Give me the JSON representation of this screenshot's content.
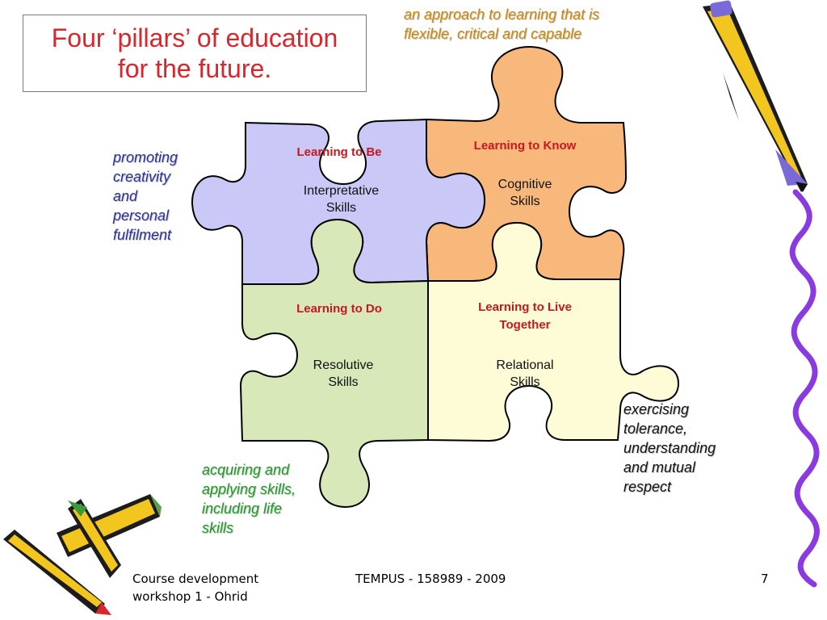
{
  "title": "Four ‘pillars’ of education\nfor the future.",
  "pieces": {
    "know": {
      "heading": "Learning to Know",
      "skill": "Cognitive\nSkills",
      "annotation": "an approach to learning that is\nflexible, critical and capable",
      "color": "#f8b87c"
    },
    "be": {
      "heading": "Learning to Be",
      "skill": "Interpretative\nSkills",
      "annotation": "promoting\ncreativity\nand\npersonal\nfulfilment",
      "color": "#c9c8f7"
    },
    "do": {
      "heading": "Learning to Do",
      "skill": "Resolutive\nSkills",
      "annotation": "acquiring and\napplying skills,\nincluding life\nskills",
      "color": "#d8e8b8"
    },
    "live": {
      "heading": "Learning to Live\nTogether",
      "skill": "Relational\nSkills",
      "annotation": "exercising\ntolerance,\nunderstanding\nand mutual\nrespect",
      "color": "#fdfcd6"
    }
  },
  "footer": {
    "left": "Course development\nworkshop 1 - Ohrid",
    "center": "TEMPUS - 158989 - 2009",
    "page": "7"
  },
  "icons": [
    "pencil-icon",
    "crayon-icon"
  ],
  "colors": {
    "title": "#d8262c",
    "outline": "#000000",
    "squiggle": "#8a3be0"
  }
}
